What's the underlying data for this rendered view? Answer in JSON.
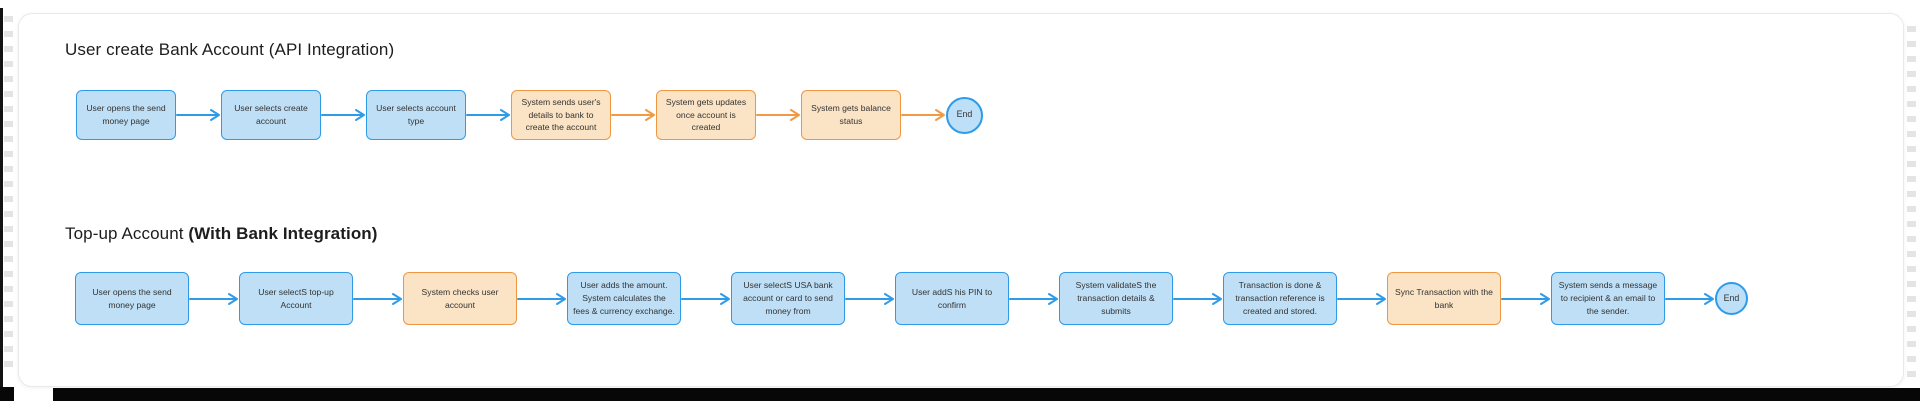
{
  "colors": {
    "blue_fill": "#BEDFF6",
    "blue_border": "#2E9BE8",
    "orange_fill": "#FBE3C5",
    "orange_border": "#EE9742",
    "arrow_blue": "#2E9BE8",
    "arrow_orange": "#F09A45",
    "end_fill": "#BDE0F8",
    "text_dark": "#333333",
    "title_color": "#1D1D1F"
  },
  "flows": [
    {
      "title_regular": "User create Bank Account (API Integration)",
      "title_bold": "",
      "nodes": [
        {
          "type": "step",
          "color": "blue",
          "label": "User opens the send money page"
        },
        {
          "type": "step",
          "color": "blue",
          "label": "User selects create account"
        },
        {
          "type": "step",
          "color": "blue",
          "label": "User selects account type"
        },
        {
          "type": "step",
          "color": "orange",
          "label": "System sends user's details to bank to create the account"
        },
        {
          "type": "step",
          "color": "orange",
          "label": "System gets updates once account is created"
        },
        {
          "type": "step",
          "color": "orange",
          "label": "System gets balance status"
        },
        {
          "type": "end",
          "color": "blue",
          "label": "End"
        }
      ],
      "arrows": [
        "blue",
        "blue",
        "blue",
        "orange",
        "orange",
        "orange"
      ]
    },
    {
      "title_regular": "Top-up Account ",
      "title_bold": "(With Bank Integration)",
      "nodes": [
        {
          "type": "step",
          "color": "blue",
          "label": "User opens the send money page"
        },
        {
          "type": "step",
          "color": "blue",
          "label": "User selectS top-up Account"
        },
        {
          "type": "step",
          "color": "orange",
          "label": "System checks user account"
        },
        {
          "type": "step",
          "color": "blue",
          "label": "User adds the amount. System calculates the fees & currency exchange."
        },
        {
          "type": "step",
          "color": "blue",
          "label": "User selectS USA bank account or card to send money from"
        },
        {
          "type": "step",
          "color": "blue",
          "label": "User addS his PIN to confirm"
        },
        {
          "type": "step",
          "color": "blue",
          "label": "System validateS the transaction details & submits"
        },
        {
          "type": "step",
          "color": "blue",
          "label": "Transaction is done & transaction reference is created and stored."
        },
        {
          "type": "step",
          "color": "orange",
          "label": "Sync Transaction with the bank"
        },
        {
          "type": "step",
          "color": "blue",
          "label": "System sends a message to recipient & an email to the sender."
        },
        {
          "type": "end",
          "color": "blue",
          "label": "End"
        }
      ],
      "arrows": [
        "blue",
        "blue",
        "blue",
        "blue",
        "blue",
        "blue",
        "blue",
        "blue",
        "blue",
        "blue"
      ]
    }
  ]
}
